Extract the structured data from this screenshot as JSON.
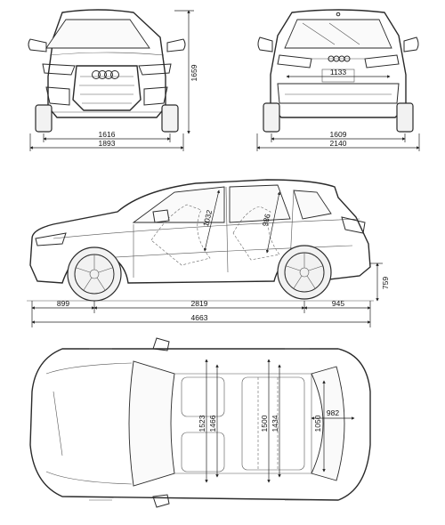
{
  "front_view": {
    "track_front": "1616",
    "width": "1893",
    "height": "1659"
  },
  "rear_view": {
    "inner_width": "1133",
    "track_rear": "1609",
    "width_mirrors": "2140"
  },
  "side_view": {
    "front_overhang": "899",
    "wheelbase": "2819",
    "rear_overhang": "945",
    "length": "4663",
    "load_sill_height": "759",
    "front_headroom": "1032",
    "rear_headroom": "986"
  },
  "top_view": {
    "front_shoulder_width": "1523",
    "front_elbow_width": "1466",
    "rear_shoulder_width": "1500",
    "rear_elbow_width": "1434",
    "load_floor_length": "982",
    "load_floor_width": "1050"
  }
}
